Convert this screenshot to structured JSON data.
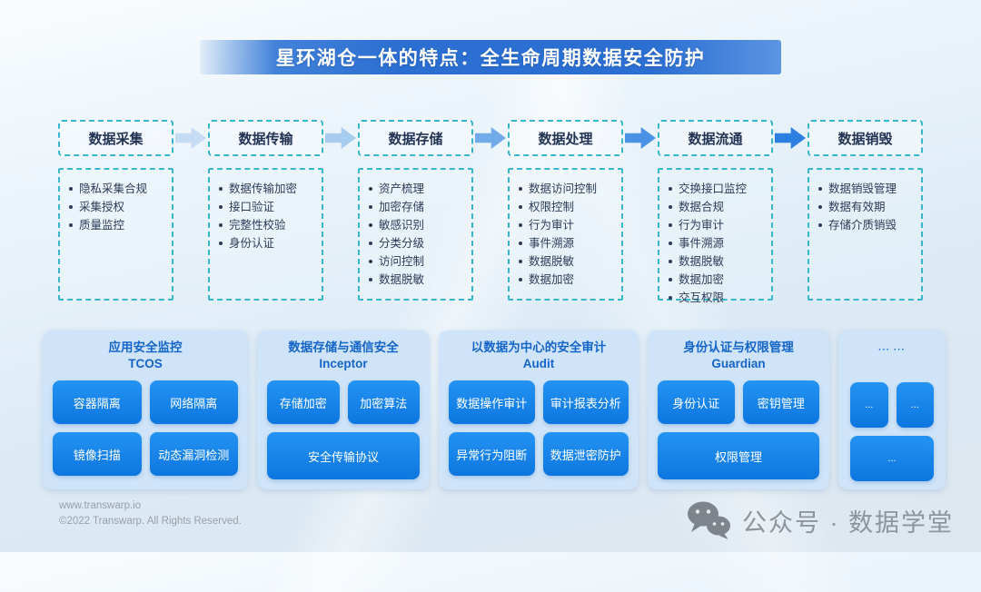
{
  "banner": {
    "title": "星环湖仓一体的特点：全生命周期数据安全防护"
  },
  "lifecycle": {
    "stages": [
      {
        "label": "数据采集",
        "items": [
          "隐私采集合规",
          "采集授权",
          "质量监控"
        ]
      },
      {
        "label": "数据传输",
        "items": [
          "数据传输加密",
          "接口验证",
          "完整性校验",
          "身份认证"
        ]
      },
      {
        "label": "数据存储",
        "items": [
          "资产梳理",
          "加密存储",
          "敏感识别",
          "分类分级",
          "访问控制",
          "数据脱敏"
        ]
      },
      {
        "label": "数据处理",
        "items": [
          "数据访问控制",
          "权限控制",
          "行为审计",
          "事件溯源",
          "数据脱敏",
          "数据加密"
        ]
      },
      {
        "label": "数据流通",
        "items": [
          "交换接口监控",
          "数据合规",
          "行为审计",
          "事件溯源",
          "数据脱敏",
          "数据加密",
          "交互权限"
        ]
      },
      {
        "label": "数据销毁",
        "items": [
          "数据销毁管理",
          "数据有效期",
          "存储介质销毁"
        ]
      }
    ]
  },
  "products": [
    {
      "title": "应用安全监控",
      "subtitle": "TCOS",
      "buttons": [
        "容器隔离",
        "网络隔离",
        "镜像扫描",
        "动态漏洞检测"
      ]
    },
    {
      "title": "数据存储与通信安全",
      "subtitle": "Inceptor",
      "buttons": [
        "存储加密",
        "加密算法",
        "安全传输协议"
      ]
    },
    {
      "title": "以数据为中心的安全审计",
      "subtitle": "Audit",
      "buttons": [
        "数据操作审计",
        "审计报表分析",
        "异常行为阻断",
        "数据泄密防护"
      ]
    },
    {
      "title": "身份认证与权限管理",
      "subtitle": "Guardian",
      "buttons": [
        "身份认证",
        "密钥管理",
        "权限管理"
      ]
    },
    {
      "title": "··· ···",
      "subtitle": "",
      "buttons": [
        "...",
        "...",
        "..."
      ]
    }
  ],
  "footer": {
    "website": "www.transwarp.io",
    "copyright": "©2022 Transwarp. All Rights Reserved.",
    "wechat_label": "公众号 · 数据学堂"
  },
  "icons": {
    "wechat": "wechat-bubbles-icon",
    "arrow": "arrow-right-icon"
  },
  "colors": {
    "banner-blue": "#2b6fd2",
    "dashed-teal": "#38b6cd",
    "card-bg": "#cfe4f8",
    "card-title": "#1565c8",
    "button-blue": "#1b85e9",
    "footer-gray": "#98a0a8",
    "arrow-1": "#c5dbf4",
    "arrow-2": "#a8cbf0",
    "arrow-3": "#72abea",
    "arrow-4": "#4a92e5",
    "arrow-5": "#2e7fe2"
  }
}
